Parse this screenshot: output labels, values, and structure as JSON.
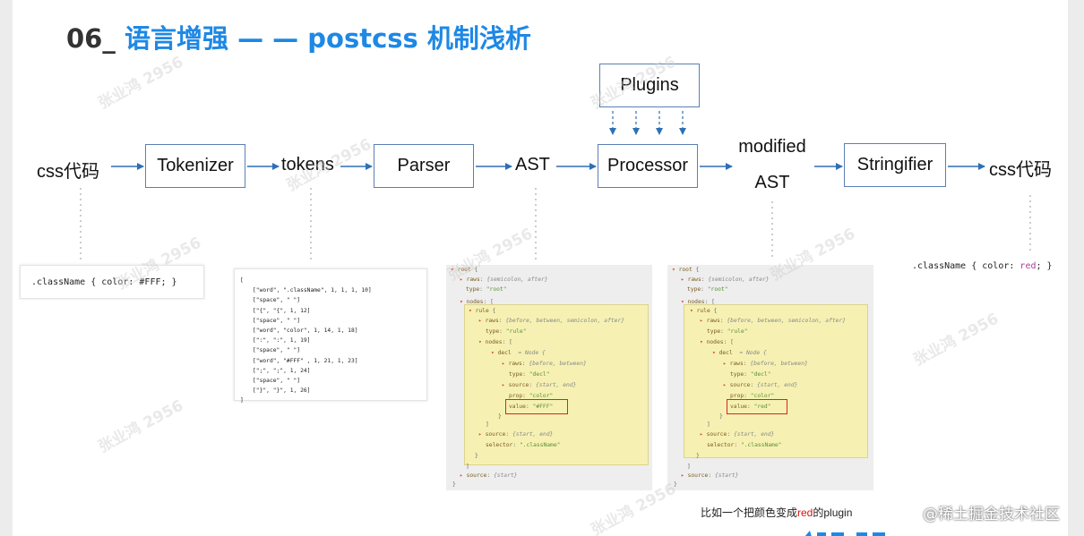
{
  "slide": {
    "title_num": "06_",
    "title_main": "语言增强 — — postcss 机制浅析"
  },
  "flow": {
    "input_label": "css代码",
    "tokenizer": "Tokenizer",
    "tokens_label": "tokens",
    "parser": "Parser",
    "ast_label": "AST",
    "plugins": "Plugins",
    "processor": "Processor",
    "modified_line1": "modified",
    "modified_line2": "AST",
    "stringifier": "Stringifier",
    "output_label": "css代码"
  },
  "input_code": ".className { color: #FFF; }",
  "tokens": {
    "open": "[",
    "lines": [
      "[\"word\", \".className\", 1, 1, 1, 10]",
      "[\"space\", \" \"]",
      "[\"{\", \"{\", 1, 12]",
      "[\"space\", \" \"]",
      "[\"word\", \"color\", 1, 14, 1, 18]",
      "[\":\", \":\", 1, 19]",
      "[\"space\", \" \"]",
      "[\"word\", \"#FFF\" , 1, 21, 1, 23]",
      "[\";\", \";\", 1, 24]",
      "[\"space\", \" \"]",
      "[\"}\", \"}\", 1, 26]"
    ],
    "close": "]"
  },
  "ast_original": {
    "root": "root",
    "raws_key": "raws",
    "raws_val": "{semicolon, after}",
    "type_key": "type",
    "type_root": "\"root\"",
    "nodes_key": "nodes",
    "rule": "rule",
    "rule_raws_val": "{before, between, semicolon, after}",
    "type_rule": "\"rule\"",
    "decl": "decl",
    "decl_note": "= Node {",
    "decl_raws_val": "{before, between}",
    "type_decl": "\"decl\"",
    "source_key": "source",
    "source_val": "{start, end}",
    "prop_key": "prop",
    "prop_val": "\"color\"",
    "value_key": "value",
    "value_val": "\"#FFF\"",
    "selector_key": "selector",
    "selector_val": "\".className\"",
    "root_source_val": "{start}"
  },
  "ast_modified": {
    "value_val": "\"red\""
  },
  "output_code": {
    "before": ".className { color: ",
    "value": "red",
    "after": "; }"
  },
  "caption": {
    "before": "比如一个把颜色变成",
    "red": "red",
    "after": "的plugin"
  },
  "watermark": "张业鸿 2956",
  "corner_brand": "@稀土掘金技术社区",
  "colors": {
    "title_accent": "#1e88e5",
    "box_border": "#5b7fb3",
    "arrow": "#2f6fb5",
    "highlight": "#f6f1b3",
    "value_box": "#dd2222"
  }
}
